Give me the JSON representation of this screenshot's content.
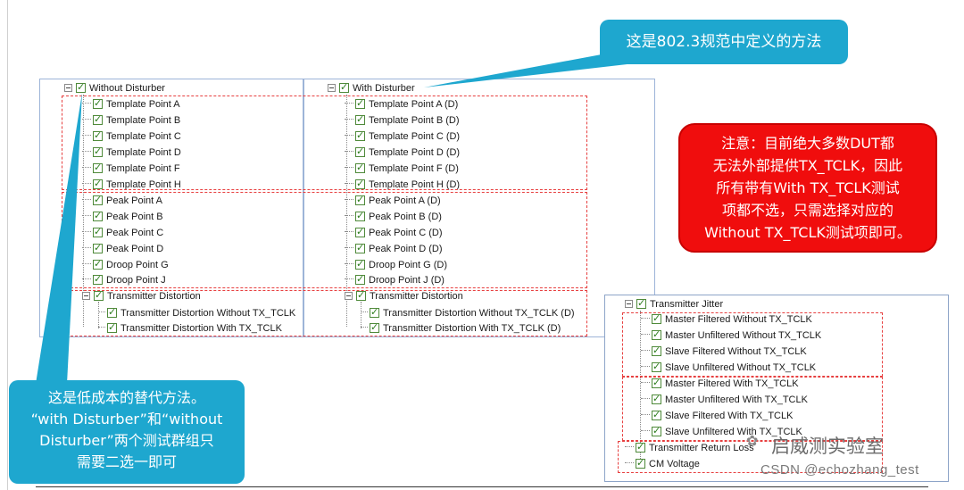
{
  "callouts": {
    "top_teal": "这是802.3规范中定义的方法",
    "bottom_teal": [
      "这是低成本的替代方法。",
      "“with Disturber”和“without",
      "Disturber”两个测试群组只",
      "需要二选一即可"
    ],
    "red_note": [
      "注意：目前绝大多数DUT都",
      "无法外部提供TX_TCLK，因此",
      "所有带有With TX_TCLK测试",
      "项都不选，只需选择对应的",
      "Without TX_TCLK测试项即可。"
    ]
  },
  "left_tree": {
    "root": "Without Disturber",
    "template": [
      "Template Point A",
      "Template Point B",
      "Template Point C",
      "Template Point D",
      "Template Point F",
      "Template Point H"
    ],
    "peak": [
      "Peak Point A",
      "Peak Point B",
      "Peak Point C",
      "Peak Point D",
      "Droop Point G",
      "Droop Point J"
    ],
    "distortion_group": "Transmitter Distortion",
    "distortion": [
      "Transmitter Distortion Without TX_TCLK",
      "Transmitter Distortion With TX_TCLK"
    ]
  },
  "right_tree": {
    "root": "With Disturber",
    "template": [
      "Template Point A (D)",
      "Template Point B (D)",
      "Template Point C (D)",
      "Template Point D (D)",
      "Template Point F (D)",
      "Template Point H (D)"
    ],
    "peak": [
      "Peak Point A (D)",
      "Peak Point B (D)",
      "Peak Point C (D)",
      "Peak Point D (D)",
      "Droop Point G (D)",
      "Droop Point J (D)"
    ],
    "distortion_group": "Transmitter Distortion",
    "distortion": [
      "Transmitter Distortion Without TX_TCLK (D)",
      "Transmitter Distortion With TX_TCLK (D)"
    ]
  },
  "jitter_tree": {
    "root": "Transmitter Jitter",
    "without": [
      "Master Filtered Without TX_TCLK",
      "Master Unfiltered Without TX_TCLK",
      "Slave Filtered Without TX_TCLK",
      "Slave Unfiltered Without TX_TCLK"
    ],
    "with": [
      "Master Filtered With TX_TCLK",
      "Master Unfiltered With TX_TCLK",
      "Slave Filtered With TX_TCLK",
      "Slave Unfiltered With TX_TCLK"
    ],
    "return_loss": "Transmitter Return Loss",
    "cm_voltage": "CM Voltage"
  },
  "watermark": {
    "brand": "启威测实验室",
    "csdn": "CSDN @echozhang_test"
  },
  "colors": {
    "teal": "#1ea7cf",
    "red": "#f00d0d",
    "dash": "#e74040",
    "check": "#2d7d1e"
  }
}
